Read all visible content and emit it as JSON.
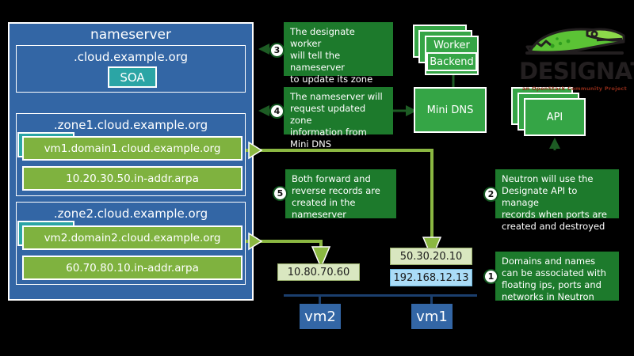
{
  "diagram": {
    "background_color": "#000000",
    "accent_blue": "#3366a5",
    "accent_green": "#7fb23f",
    "accent_teal": "#2ba5a5",
    "callout_green": "#1d7a2c",
    "service_green": "#35a546",
    "arrow_green": "#7fb23f"
  },
  "nameserver": {
    "title": "nameserver",
    "root_zone": {
      "label": ".cloud.example.org",
      "soa_label": "SOA"
    },
    "zones": [
      {
        "label": ".zone1.cloud.example.org",
        "records": [
          "vm1.domain1.cloud.example.org",
          "10.20.30.50.in-addr.arpa"
        ]
      },
      {
        "label": ".zone2.cloud.example.org",
        "records": [
          "vm2.domain2.cloud.example.org",
          "60.70.80.10.in-addr.arpa"
        ]
      }
    ]
  },
  "services": {
    "worker": {
      "label": "Worker",
      "backend_label": "Backend"
    },
    "mini_dns": {
      "label": "Mini DNS"
    },
    "api": {
      "label": "API"
    }
  },
  "logo": {
    "wordmark": "DESIGNATE",
    "tagline": "an OpenStack Community Project",
    "mascot": "alligator-icon",
    "wordmark_color": "#231f20",
    "tagline_color": "#8f2b18",
    "mascot_color": "#5bc235"
  },
  "callouts": [
    {
      "number": "1",
      "text": "Domains and names\ncan be associated with\nfloating ips, ports and\nnetworks in Neutron"
    },
    {
      "number": "2",
      "text": "Neutron will use the\nDesignate API to manage\nrecords when ports are\ncreated and destroyed"
    },
    {
      "number": "3",
      "text": "The designate worker\nwill tell the nameserver\nto update its zone\ninformation"
    },
    {
      "number": "4",
      "text": "The nameserver will\nrequest updated zone\ninformation from\nMini DNS"
    },
    {
      "number": "5",
      "text": "Both forward and\nreverse records are\ncreated in the\nnameserver"
    }
  ],
  "instances": [
    {
      "name": "vm2",
      "addresses": [
        {
          "value": "10.80.70.60",
          "kind": "fixed"
        }
      ]
    },
    {
      "name": "vm1",
      "addresses": [
        {
          "value": "50.30.20.10",
          "kind": "floating"
        },
        {
          "value": "192.168.12.13",
          "kind": "fixed"
        }
      ]
    }
  ]
}
